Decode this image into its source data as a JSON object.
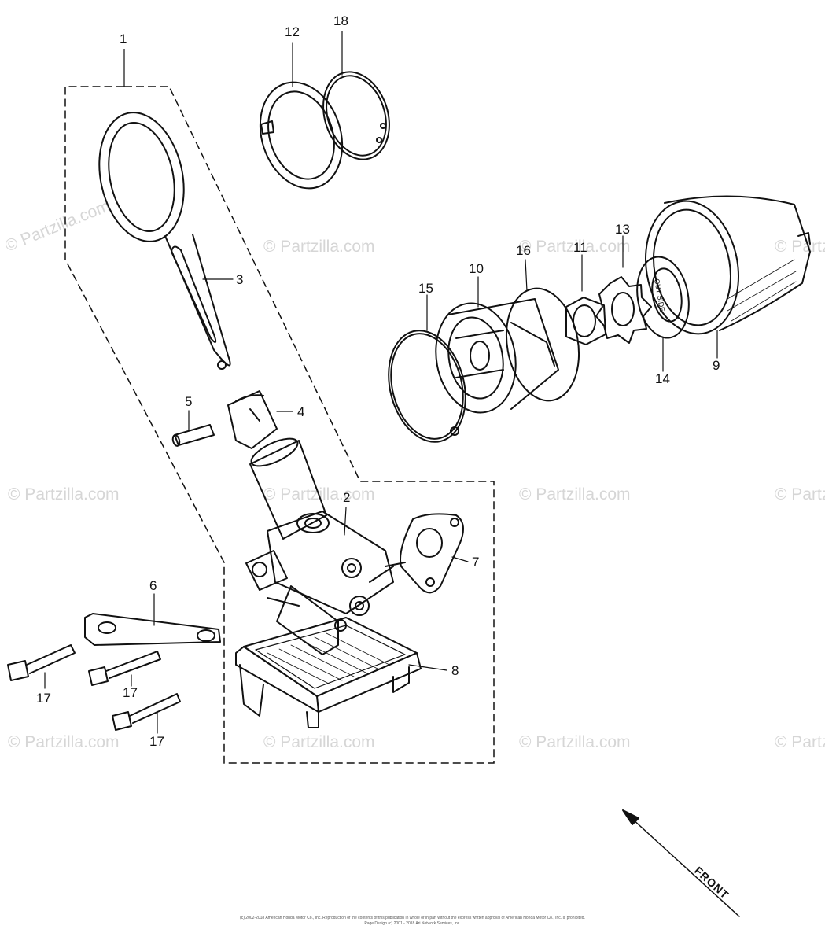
{
  "watermark": "© Partzilla.com",
  "parts": {
    "p1": "1",
    "p2": "2",
    "p3": "3",
    "p4": "4",
    "p5": "5",
    "p6": "6",
    "p7": "7",
    "p8": "8",
    "p9": "9",
    "p10": "10",
    "p11": "11",
    "p12": "12",
    "p13": "13",
    "p14": "14",
    "p15": "15",
    "p16": "16",
    "p17a": "17",
    "p17b": "17",
    "p17c": "17",
    "p18": "18"
  },
  "direction_label": "FRONT",
  "part14_marking": "OUT SIDE",
  "footer": {
    "line1": "(c) 2002-2018 American Honda Motor Co., Inc. Reproduction of the contents of this publication in whole or in part without the express written approval of American Honda Motor Co., Inc. is prohibited.",
    "line2": "Page Design (c) 2001 - 2018 Ari Network Services, Inc."
  },
  "colors": {
    "ink": "#111111",
    "watermark": "#d6d6d6"
  }
}
